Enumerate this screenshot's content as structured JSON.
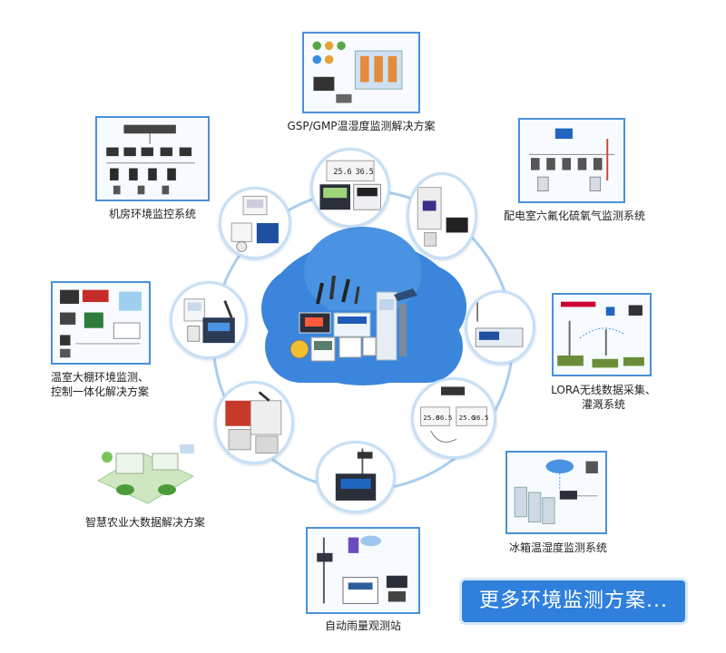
{
  "solutions": {
    "gsp_gmp": {
      "caption": "GSP/GMP温湿度监测解决方案"
    },
    "machine_room": {
      "caption": "机房环境监控系统"
    },
    "sf6": {
      "caption": "配电室六氟化硫氧气监测系统"
    },
    "greenhouse": {
      "caption_line1": "温室大棚环境监测、",
      "caption_line2": "控制一体化解决方案"
    },
    "lora": {
      "caption_line1": "LORA无线数据采集、",
      "caption_line2": "灌溉系统"
    },
    "agriculture": {
      "caption": "智慧农业大数据解决方案"
    },
    "cold_storage": {
      "caption": "冰箱温湿度监测系统"
    },
    "rain_station": {
      "caption": "自动雨量观测站"
    }
  },
  "lcd_readings": {
    "top_device": [
      "25.6",
      "36.5"
    ],
    "pair_device_a": [
      "25.6",
      "36.5"
    ],
    "pair_device_b": [
      "25.6",
      "36.5"
    ]
  },
  "more_button": {
    "label": "更多环境监测方案..."
  },
  "colors": {
    "accent": "#2f80dd",
    "frame_border": "#4a90d9",
    "cloud": "#3b86dc",
    "ring": "#a9cdef"
  }
}
